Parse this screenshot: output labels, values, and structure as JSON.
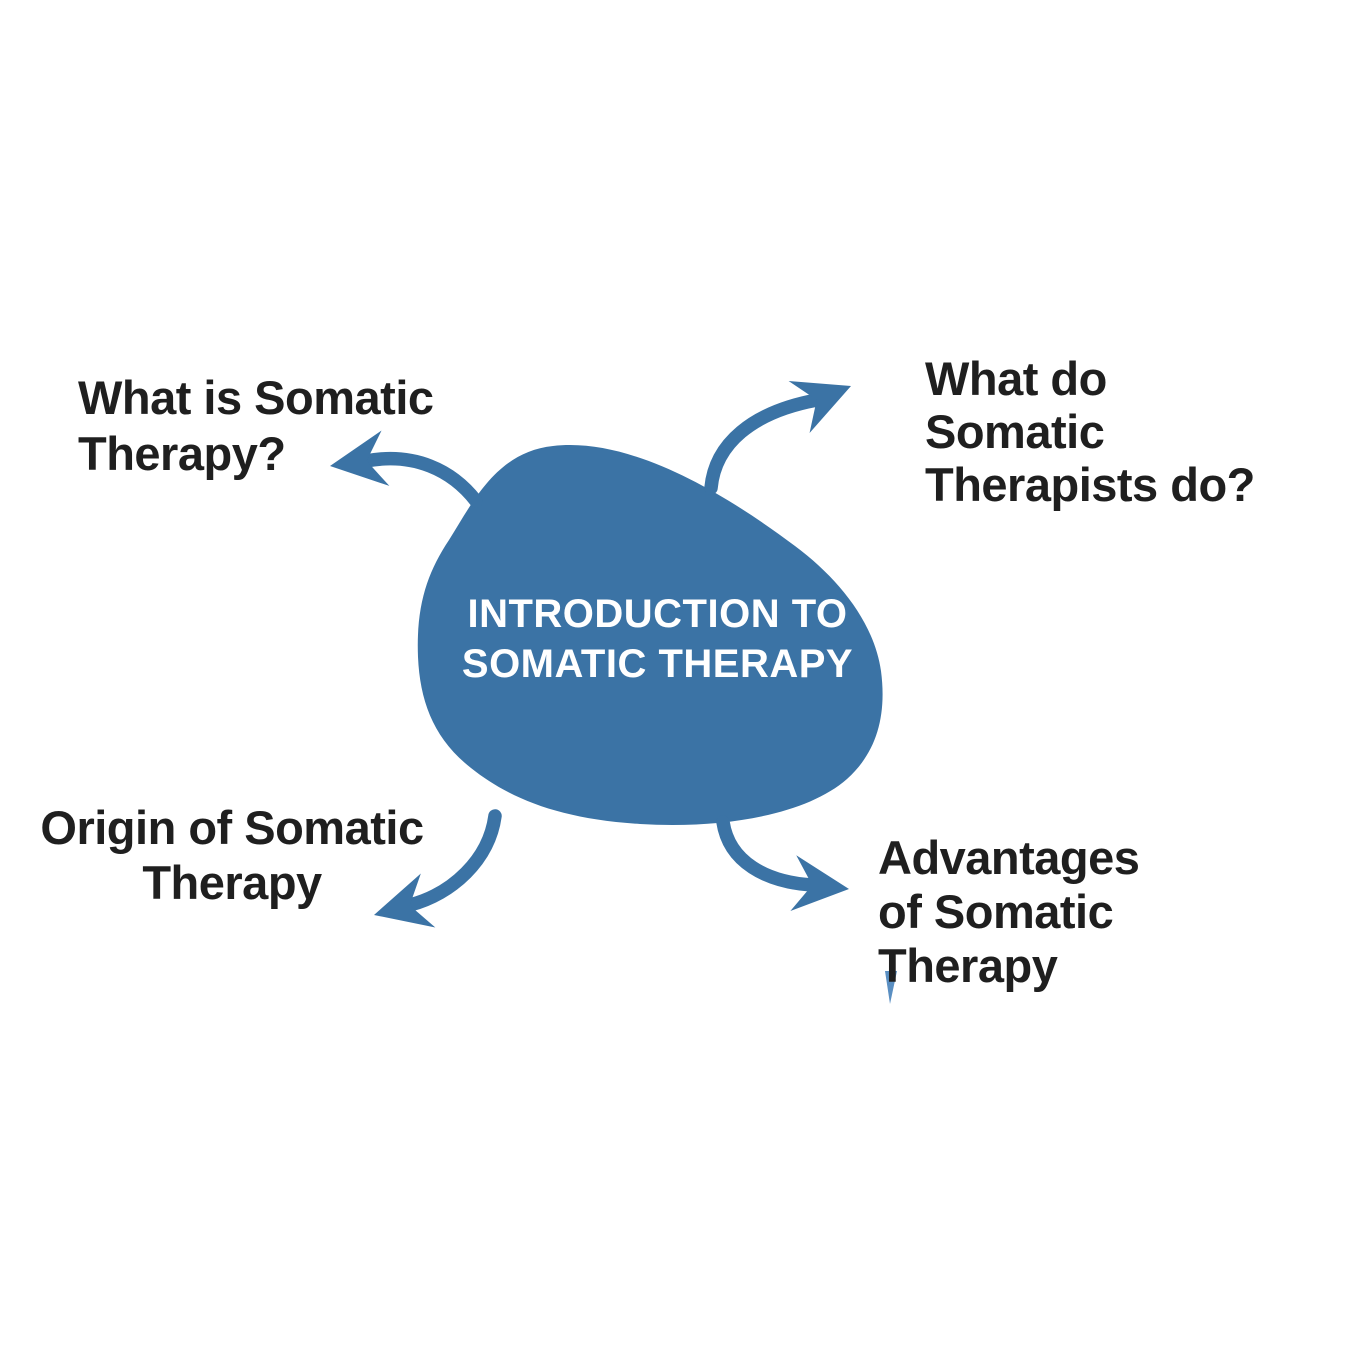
{
  "canvas": {
    "background_color": "#ffffff",
    "accent_color": "#3b73a5",
    "label_color": "#1f1f1f",
    "center_text_color": "#ffffff"
  },
  "center_node": {
    "line1": "INTRODUCTION TO",
    "line2": "SOMATIC THERAPY"
  },
  "nodes": {
    "top_left": {
      "line1": "What is Somatic",
      "line2": "Therapy?"
    },
    "top_right": {
      "line1": "What do",
      "line2": "Somatic",
      "line3": "Therapists do?"
    },
    "bottom_left": {
      "line1": "Origin of Somatic",
      "line2": "Therapy"
    },
    "bottom_right": {
      "line1": "Advantages",
      "line2": "of Somatic",
      "line3": "Therapy"
    }
  }
}
